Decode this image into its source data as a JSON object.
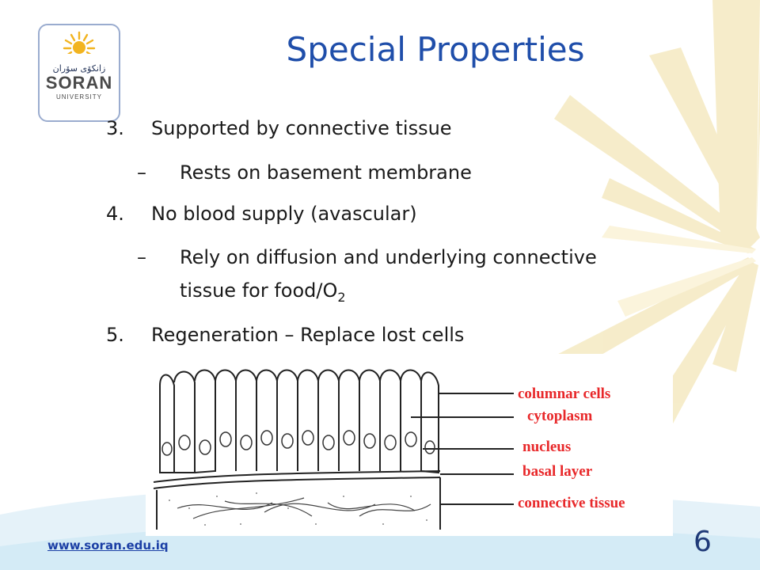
{
  "slide": {
    "title": "Special Properties",
    "bullets": [
      {
        "num": "3.",
        "text": "Supported by connective tissue"
      },
      {
        "dash": "–",
        "text": "Rests on basement membrane"
      },
      {
        "num": "4.",
        "text": "No blood supply (avascular)"
      },
      {
        "dash": "–",
        "line1": "Rely on diffusion and underlying connective",
        "line2": "tissue for food/O",
        "sub": "2"
      },
      {
        "num": "5.",
        "text": "Regeneration – Replace lost cells"
      }
    ],
    "figure_labels": {
      "columnar": "columnar cells",
      "cytoplasm": "cytoplasm",
      "nucleus": "nucleus",
      "basal": "basal layer",
      "connective": "connective tissue"
    },
    "logo": {
      "arabic": "زانكۆی سۆران",
      "name": "SORAN",
      "sub": "UNIVERSITY"
    },
    "footer": {
      "url": "www.soran.edu.iq",
      "page_number": "6"
    }
  },
  "colors": {
    "title": "#1f4eaa",
    "label_red": "#e8282a",
    "burst": "#f6ecc8",
    "band": "#d9ecf7"
  },
  "icons": [
    "university-logo-sun-icon"
  ]
}
